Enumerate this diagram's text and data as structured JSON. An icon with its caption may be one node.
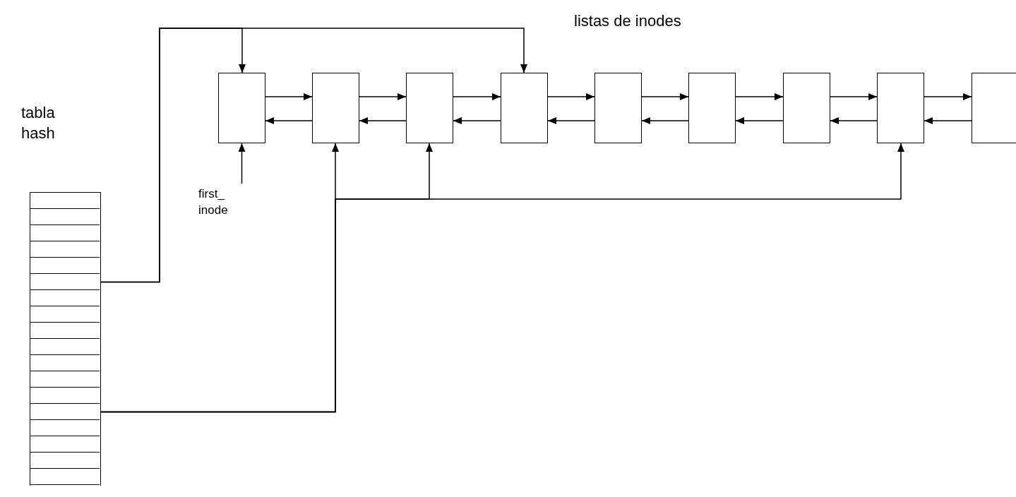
{
  "diagram": {
    "nodes": [
      {
        "text": [],
        "shape": "box"
      },
      {
        "text": [],
        "shape": "box",
        "in": 0
      },
      {
        "text": [],
        "shape": "box",
        "in": 0
      },
      {
        "text": [],
        "shape": "box",
        "in": 0
      },
      {
        "text": [],
        "shape": "box",
        "in": 0
      },
      {
        "text": [],
        "shape": "box",
        "in": 0
      },
      {
        "text": [],
        "shape": "box",
        "in": 0
      },
      {
        "text": [],
        "shape": "box",
        "in": 0
      },
      {
        "text": [],
        "shape": "box",
        "in": 0
      },
      {
        "text": [],
        "shape": "box",
        "in": 0
      },
      {
        "text": [],
        "shape": "box",
        "in": 0
      },
      {
        "text": [],
        "shape": "box",
        "in": 0
      },
      {
        "text": [],
        "shape": "box",
        "in": 0
      },
      {
        "text": [],
        "shape": "box",
        "in": 0
      },
      {
        "text": [],
        "shape": "box",
        "in": 0
      },
      {
        "text": [],
        "shape": "box",
        "in": 0
      },
      {
        "text": [],
        "shape": "box",
        "in": 0
      },
      {
        "text": [],
        "shape": "box",
        "in": 0
      },
      {
        "text": [],
        "shape": "box",
        "in": 0
      },
      {
        "text": [],
        "shape": "box"
      },
      {
        "text": [],
        "shape": "box"
      },
      {
        "text": [],
        "shape": "box"
      },
      {
        "text": [],
        "shape": "box"
      },
      {
        "text": [],
        "shape": "box"
      },
      {
        "text": [],
        "shape": "box"
      },
      {
        "text": [],
        "shape": "box"
      },
      {
        "text": [],
        "shape": "box"
      },
      {
        "text": [],
        "shape": "box"
      },
      {
        "text": [
          "first_ inode"
        ]
      }
    ],
    "edges": [
      {
        "from": 19,
        "to": 20,
        "arrow": "to"
      },
      {
        "from": 20,
        "to": 19,
        "arrow": "to"
      },
      {
        "from": 20,
        "to": 21,
        "arrow": "to"
      },
      {
        "from": 21,
        "to": 20,
        "arrow": "to"
      },
      {
        "from": 21,
        "to": 22,
        "arrow": "to"
      },
      {
        "from": 22,
        "to": 21,
        "arrow": "to"
      },
      {
        "from": 22,
        "to": 23,
        "arrow": "to"
      },
      {
        "from": 23,
        "to": 22,
        "arrow": "to"
      },
      {
        "from": 23,
        "to": 24,
        "arrow": "to"
      },
      {
        "from": 24,
        "to": 23,
        "arrow": "to"
      },
      {
        "from": 24,
        "to": 25,
        "arrow": "to"
      },
      {
        "from": 25,
        "to": 24,
        "arrow": "to"
      },
      {
        "from": 25,
        "to": 26,
        "arrow": "to"
      },
      {
        "from": 26,
        "to": 25,
        "arrow": "to"
      },
      {
        "from": 26,
        "to": 27,
        "arrow": "to"
      },
      {
        "from": 27,
        "to": 26,
        "arrow": "to"
      },
      {
        "from": 6,
        "to": 19,
        "arrow": "to"
      },
      {
        "from": 6,
        "to": 22,
        "arrow": "to"
      },
      {
        "from": 14,
        "to": 20,
        "arrow": "to"
      },
      {
        "from": 14,
        "to": 21,
        "arrow": "to"
      },
      {
        "from": 14,
        "to": 26,
        "arrow": "to"
      },
      {
        "from": 28,
        "to": 19,
        "arrow": "to"
      }
    ],
    "labels": [
      "listas de inodes",
      "tabla hash"
    ]
  }
}
